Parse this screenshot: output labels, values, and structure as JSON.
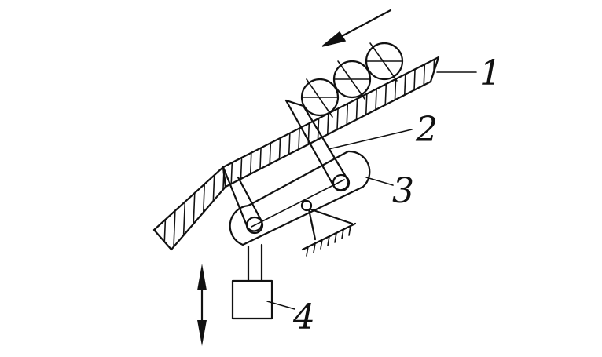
{
  "diagram": {
    "labels": {
      "chute": "1",
      "pusher": "2",
      "lever": "3",
      "actuator": "4"
    },
    "colors": {
      "ink": "#111111",
      "background": "#ffffff"
    },
    "icons": {
      "feed_direction": "arrow-down-left-icon",
      "actuator_motion": "double-arrow-vertical-icon",
      "pivot_support": "ground-hatch-icon"
    }
  }
}
